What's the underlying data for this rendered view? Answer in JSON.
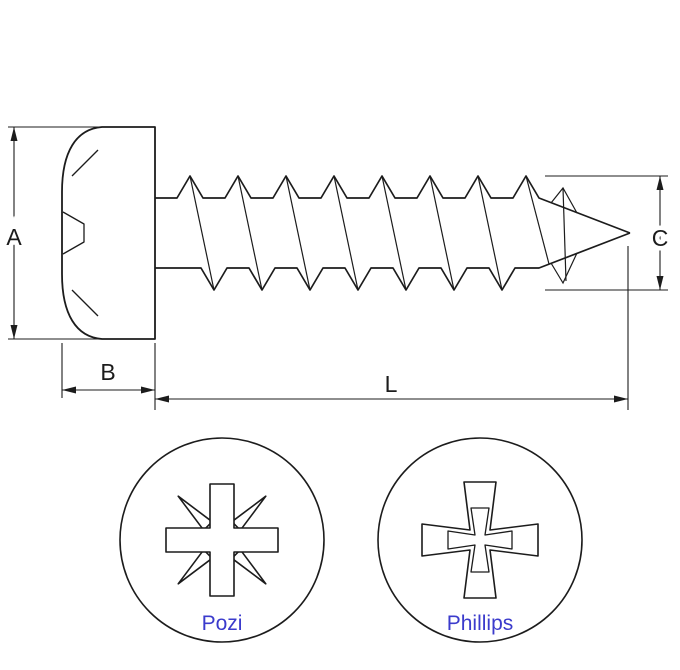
{
  "diagram": {
    "dimension_labels": {
      "head_diameter": "A",
      "head_height": "B",
      "thread_diameter": "C",
      "length": "L"
    },
    "drive_types": [
      {
        "label": "Pozi"
      },
      {
        "label": "Phillips"
      }
    ],
    "colors": {
      "line": "#1c1c1c",
      "drive_label": "#3b3bcc"
    }
  }
}
